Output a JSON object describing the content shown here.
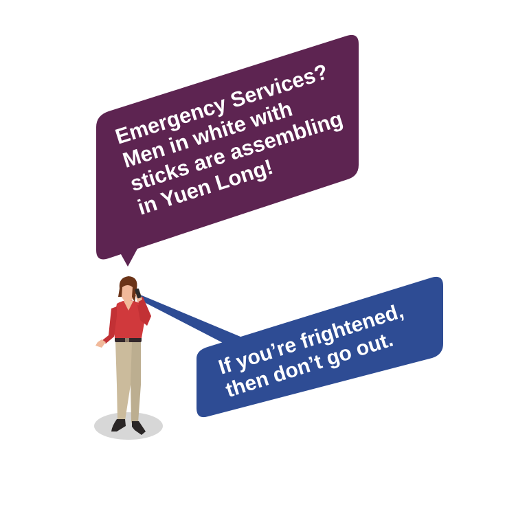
{
  "caller_bubble": {
    "lines": [
      "Emergency Services?",
      "Men in white with",
      "sticks are assembling",
      "in Yuen Long!"
    ],
    "color": "#5d2451"
  },
  "response_bubble": {
    "lines": [
      "If you’re frightened,",
      "then don’t go out."
    ],
    "color": "#2e4c94"
  },
  "figure": {
    "shirt_color": "#d0393c",
    "trousers_color": "#cbbb9c",
    "hair_color": "#6b3418",
    "skin_color": "#f1b99a",
    "shadow_color": "#d7d7d7"
  }
}
